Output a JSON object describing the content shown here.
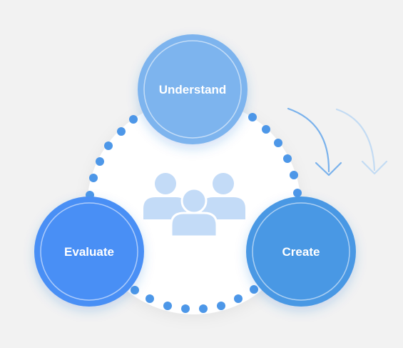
{
  "diagram": {
    "nodes": [
      {
        "id": "understand",
        "label": "Understand",
        "color": "#7db4ee"
      },
      {
        "id": "evaluate",
        "label": "Evaluate",
        "color": "#4a8ff5"
      },
      {
        "id": "create",
        "label": "Create",
        "color": "#4998e4"
      }
    ],
    "colors": {
      "background": "#f2f2f2",
      "center_fill": "#ffffff",
      "dots": "#4d97e8",
      "people": "#c3dbf7",
      "arrow_primary": "#7ab2ec",
      "arrow_secondary": "#c3dbf3"
    },
    "icons": {
      "center": "people-group-icon",
      "arrows": "curved-arrow-down-icon"
    }
  }
}
